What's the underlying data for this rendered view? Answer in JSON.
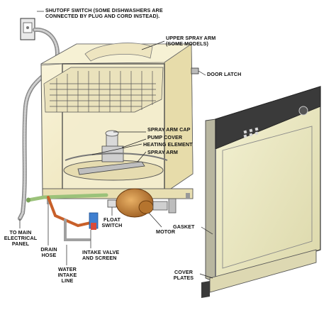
{
  "labels": {
    "shutoff_switch": "SHUTOFF SWITCH (SOME DISHWASHERS ARE",
    "shutoff_switch_2": "CONNECTED BY PLUG AND CORD INSTEAD).",
    "upper_spray_arm": "UPPER SPRAY ARM",
    "upper_spray_arm_2": "(SOME MODELS)",
    "door_latch": "DOOR LATCH",
    "spray_arm_cap": "SPRAY ARM CAP",
    "pump_cover": "PUMP COVER",
    "heating_element": "HEATING ELEMENT",
    "spray_arm": "SPRAY ARM",
    "to_main_electrical_panel": "TO MAIN",
    "to_main_electrical_panel_2": "ELECTRICAL",
    "to_main_electrical_panel_3": "PANEL",
    "drain_hose": "DRAIN",
    "drain_hose_2": "HOSE",
    "water_intake_line": "WATER",
    "water_intake_line_2": "INTAKE",
    "water_intake_line_3": "LINE",
    "intake_valve": "INTAKE VALVE",
    "intake_valve_2": "AND SCREEN",
    "float_switch": "FLOAT",
    "float_switch_2": "SWITCH",
    "motor": "MOTOR",
    "gasket": "GASKET",
    "cover_plates": "COVER",
    "cover_plates_2": "PLATES"
  },
  "colors": {
    "tub_fill": "#f3ecc9",
    "door_panel": "#ece9c6",
    "control_panel": "#3a3a3a",
    "motor": "#c98a3a",
    "water_pipe": "#9bc27a",
    "drain_hose": "#c8602a",
    "intake_valve": "#3f7fd0",
    "cable": "#9a9a9a"
  }
}
